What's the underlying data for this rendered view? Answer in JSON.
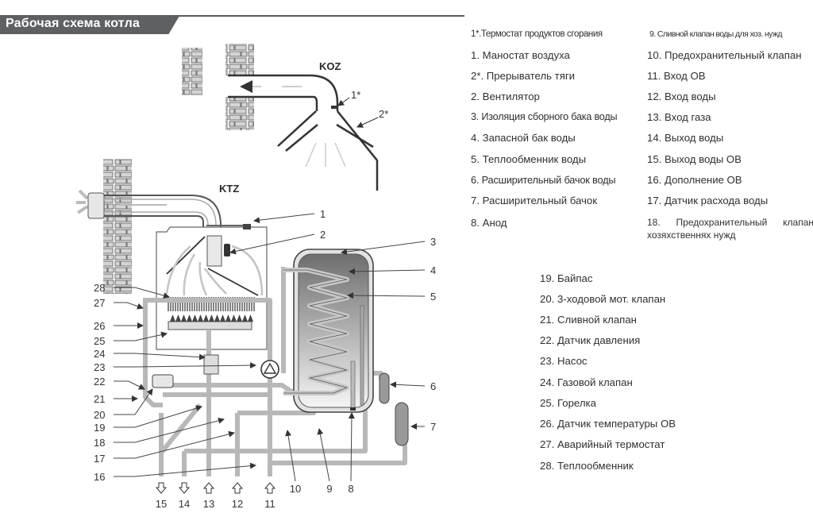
{
  "header": {
    "title": "Рабочая схема котла"
  },
  "diagram_labels": {
    "koz": "KOZ",
    "ktz": "KTZ",
    "star1": "1*",
    "star2": "2*"
  },
  "legend_col1": [
    "1*.Термостат продуктов сгорания",
    "1. Маностат воздуха",
    "2*. Прерыватель тяги",
    "2. Вентилятор",
    "3. Изоляция сборного бака воды",
    "4. Запасной бак воды",
    "5. Теплообменник воды",
    "6. Расширительный бачок воды",
    "7. Расширительный бачок",
    "8. Анод"
  ],
  "legend_col2": [
    "9. Сливной клапан воды для хоз. нужд",
    "10. Предохранительный клапан",
    "11. Вход ОВ",
    "12. Вход воды",
    "13. Вход газа",
    "14. Выход воды",
    "15. Выход воды ОВ",
    "16. Дополнение ОВ",
    "17. Датчик расхода воды",
    "18. Предохранительный клапан хозяхственнях нужд"
  ],
  "legend_col3": [
    "19. Байпас",
    "20. 3-ходовой мот. клапан",
    "21. Сливной клапан",
    "22. Датчик давления",
    "23. Насос",
    "24. Газовой клапан",
    "25. Горелка",
    "26. Датчик температуры ОВ",
    "27. Аварийный термостат",
    "28. Теплообменник"
  ],
  "callouts_right": [
    "1",
    "2",
    "3",
    "4",
    "5",
    "6",
    "7"
  ],
  "callouts_left": [
    "28",
    "27",
    "26",
    "25",
    "24",
    "23",
    "22",
    "21",
    "20",
    "19",
    "18",
    "17",
    "16"
  ],
  "callouts_bottom": [
    "15",
    "14",
    "13",
    "12",
    "11",
    "10",
    "9",
    "8"
  ],
  "colors": {
    "header_bg": "#5f6062",
    "pipe": "#b8b8b8",
    "outline": "#3a3a3a",
    "tank_dark": "#6e6e6e",
    "tank_light": "#f4f4f4"
  }
}
